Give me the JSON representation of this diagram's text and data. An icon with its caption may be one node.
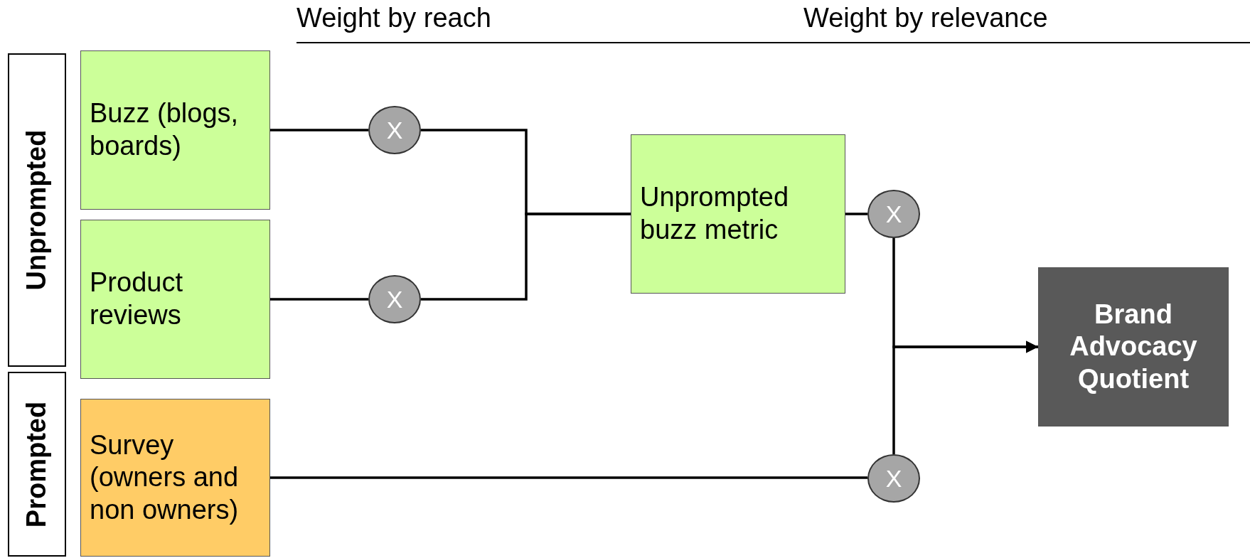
{
  "diagram": {
    "nodes": [
      {
        "text": [
          "Unprompted"
        ]
      },
      {
        "text": [
          "Buzz (blogs, boards)"
        ]
      },
      {
        "text": [
          "Product reviews"
        ]
      },
      {
        "text": [
          "Prompted"
        ]
      },
      {
        "text": [
          "Survey (owners and non owners)"
        ]
      },
      {
        "text": [
          "X"
        ]
      },
      {
        "text": [
          "X"
        ]
      },
      {
        "text": [
          "Unprompted buzz metric"
        ]
      },
      {
        "text": [
          "X"
        ]
      },
      {
        "text": [
          "X"
        ]
      },
      {
        "text": [
          "Brand Advocacy Quotient"
        ]
      }
    ],
    "edges": [
      {
        "from": 1,
        "to": 5,
        "arrow": "none"
      },
      {
        "from": 2,
        "to": 6,
        "arrow": "none"
      },
      {
        "from": 5,
        "to": 7,
        "arrow": "none"
      },
      {
        "from": 6,
        "to": 7,
        "arrow": "none"
      },
      {
        "from": 7,
        "to": 8,
        "arrow": "none"
      },
      {
        "from": 8,
        "to": 10,
        "arrow": "to"
      },
      {
        "from": 9,
        "to": 10,
        "arrow": "to"
      },
      {
        "from": 4,
        "to": 9,
        "arrow": "none"
      }
    ],
    "labels": [
      "Weight by reach",
      "Weight by relevance"
    ]
  }
}
